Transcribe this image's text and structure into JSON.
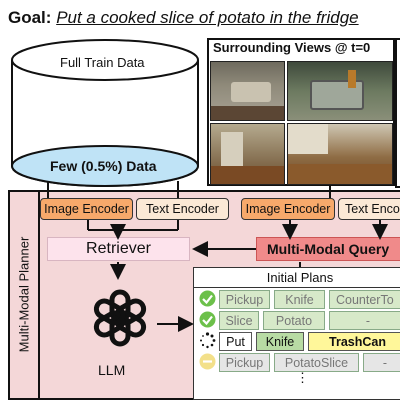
{
  "goal": {
    "prefix": "Goal:",
    "text": "Put a cooked slice of potato in the fridge"
  },
  "database": {
    "full_label": "Full Train Data",
    "few_label": "Few (0.5%) Data"
  },
  "views": {
    "title": "Surrounding Views @ t=0"
  },
  "planner": {
    "label": "Multi-Modal Planner"
  },
  "encoders": [
    {
      "label": "Image Encoder"
    },
    {
      "label": "Text Encoder"
    },
    {
      "label": "Image Encoder"
    },
    {
      "label": "Text Enco"
    }
  ],
  "retriever": {
    "label": "Retriever"
  },
  "query": {
    "label": "Multi-Modal Query"
  },
  "llm": {
    "label": "LLM"
  },
  "plans": {
    "title": "Initial Plans",
    "rows": [
      {
        "status": "done",
        "action": "Pickup",
        "object": "Knife",
        "target": "CounterTo"
      },
      {
        "status": "done",
        "action": "Slice",
        "object": "Potato",
        "target": "-"
      },
      {
        "status": "running",
        "action": "Put",
        "object": "Knife",
        "target": "TrashCan"
      },
      {
        "status": "pending",
        "action": "Pickup",
        "object": "PotatoSlice",
        "target": "-"
      }
    ],
    "more": "⋮"
  },
  "colors": {
    "planner_bg": "#f4d7d8",
    "encoder_orange": "#f7a96b",
    "query_red": "#f08a8a",
    "check_green": "#6cc04a"
  }
}
